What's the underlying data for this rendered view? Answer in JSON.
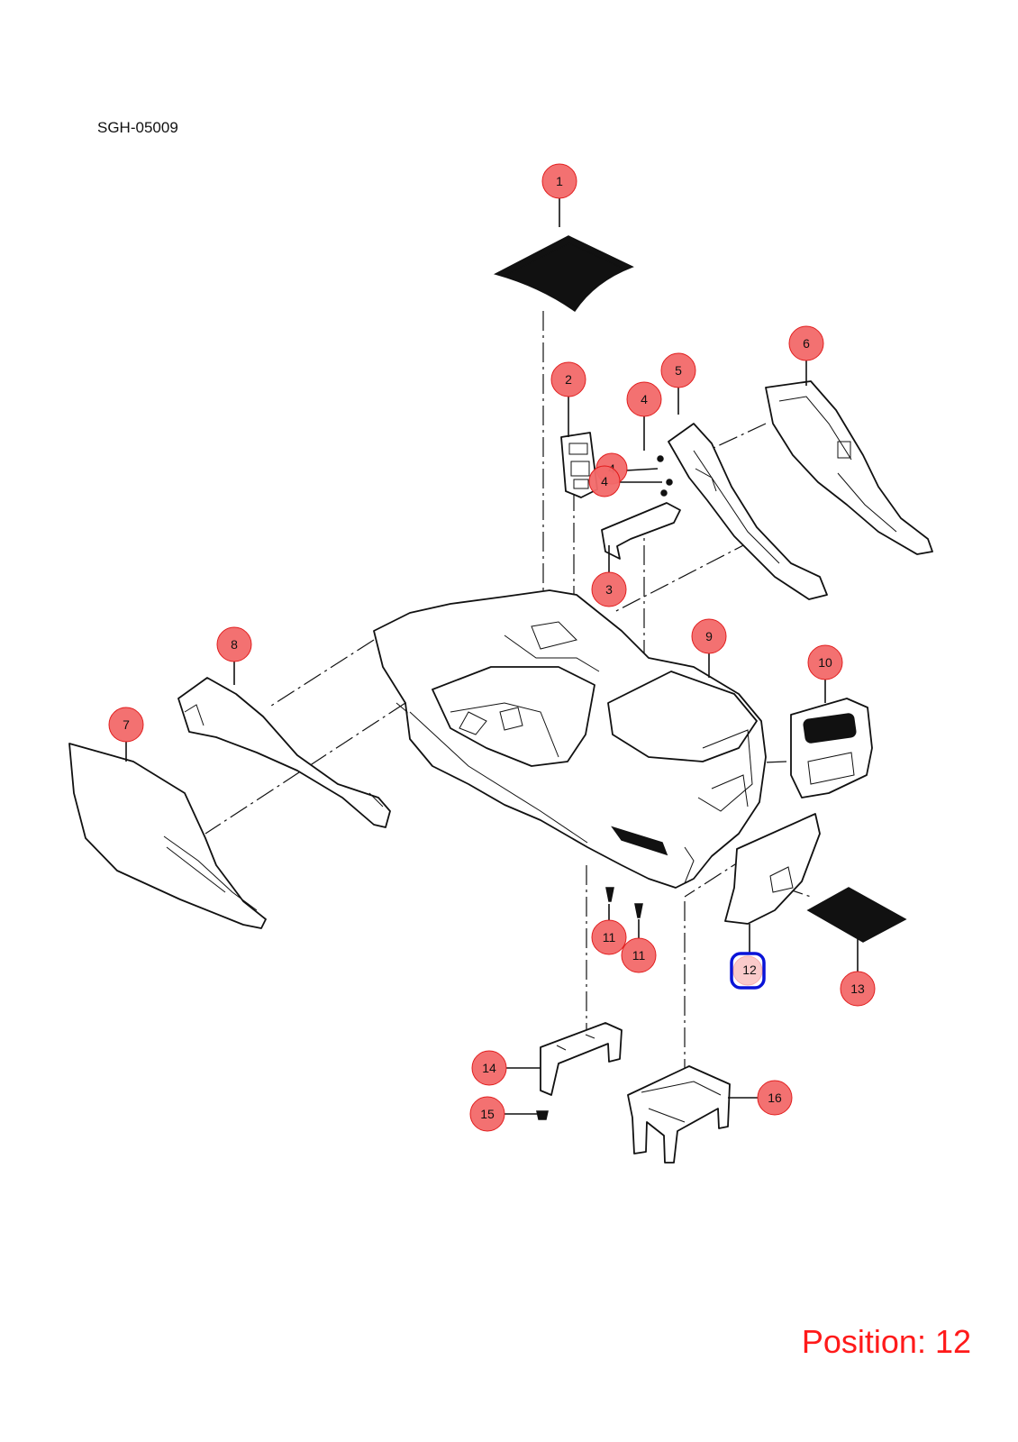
{
  "diagram_code": "SGH-05009",
  "position_readout": "Position: 12",
  "selected_position": "12",
  "colors": {
    "callout_fill": "#f36a6a",
    "selection_outline": "#0a14d8",
    "readout_text": "#ff1a1a"
  },
  "callouts": [
    "1",
    "2",
    "3",
    "4",
    "4",
    "4",
    "5",
    "6",
    "7",
    "8",
    "9",
    "10",
    "11",
    "11",
    "12",
    "13",
    "14",
    "15",
    "16"
  ]
}
